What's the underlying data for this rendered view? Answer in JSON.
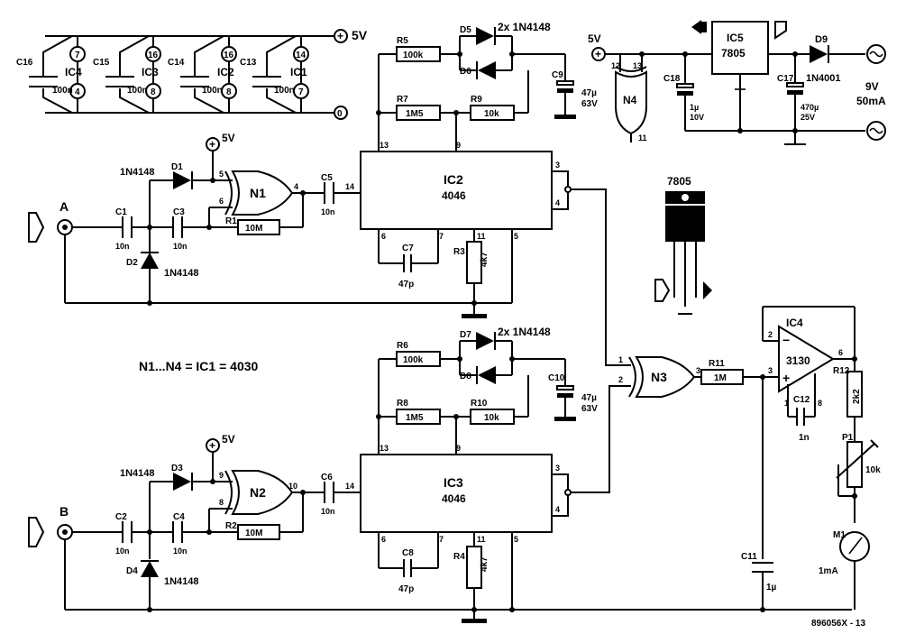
{
  "notes": {
    "gates": "N1...N4 = IC1 = 4030",
    "figure_id": "896056X - 13"
  },
  "supply": {
    "v5": "5V",
    "v0": "0",
    "input": "9V",
    "current": "50mA"
  },
  "inputs": {
    "a": "A",
    "b": "B"
  },
  "decoupling": [
    {
      "cap": "C16",
      "ic": "IC4",
      "val": "100n",
      "top": "7",
      "bot": "4"
    },
    {
      "cap": "C15",
      "ic": "IC3",
      "val": "100n",
      "top": "16",
      "bot": "8"
    },
    {
      "cap": "C14",
      "ic": "IC2",
      "val": "100n",
      "top": "16",
      "bot": "8"
    },
    {
      "cap": "C13",
      "ic": "IC1",
      "val": "100n",
      "top": "14",
      "bot": "7"
    }
  ],
  "ics": {
    "ic2": {
      "name": "IC2",
      "type": "4046",
      "pins": [
        "13",
        "9",
        "14",
        "3",
        "4",
        "6",
        "7",
        "11",
        "5"
      ]
    },
    "ic3": {
      "name": "IC3",
      "type": "4046",
      "pins": [
        "13",
        "9",
        "14",
        "3",
        "4",
        "6",
        "7",
        "11",
        "5"
      ]
    },
    "ic4": {
      "name": "IC4",
      "type": "3130",
      "pins": [
        "2",
        "3",
        "6",
        "1",
        "8"
      ]
    },
    "ic5": {
      "name": "IC5",
      "type": "7805"
    }
  },
  "gates": {
    "n1": {
      "name": "N1",
      "pins": [
        "5",
        "6",
        "4"
      ]
    },
    "n2": {
      "name": "N2",
      "pins": [
        "9",
        "8",
        "10"
      ]
    },
    "n3": {
      "name": "N3",
      "pins": [
        "1",
        "2",
        "3"
      ]
    },
    "n4": {
      "name": "N4",
      "pins": [
        "12",
        "13",
        "11"
      ]
    }
  },
  "components": {
    "c1": {
      "ref": "C1",
      "val": "10n"
    },
    "c2": {
      "ref": "C2",
      "val": "10n"
    },
    "c3": {
      "ref": "C3",
      "val": "10n"
    },
    "c4": {
      "ref": "C4",
      "val": "10n"
    },
    "c5": {
      "ref": "C5",
      "val": "10n"
    },
    "c6": {
      "ref": "C6",
      "val": "10n"
    },
    "c7": {
      "ref": "C7",
      "val": "47p"
    },
    "c8": {
      "ref": "C8",
      "val": "47p"
    },
    "c9": {
      "ref": "C9",
      "val": "47µ",
      "val2": "63V"
    },
    "c10": {
      "ref": "C10",
      "val": "47µ",
      "val2": "63V"
    },
    "c11": {
      "ref": "C11",
      "val": "1µ"
    },
    "c12": {
      "ref": "C12",
      "val": "1n"
    },
    "c17": {
      "ref": "C17",
      "val": "470µ",
      "val2": "25V"
    },
    "c18": {
      "ref": "C18",
      "val": "1µ",
      "val2": "10V"
    },
    "d1": {
      "ref": "D1",
      "val": "1N4148"
    },
    "d2": {
      "ref": "D2",
      "val": "1N4148"
    },
    "d3": {
      "ref": "D3",
      "val": "1N4148"
    },
    "d4": {
      "ref": "D4",
      "val": "1N4148"
    },
    "d5": {
      "ref": "D5",
      "val": "2x 1N4148"
    },
    "d6": {
      "ref": "D6"
    },
    "d7": {
      "ref": "D7",
      "val": "2x 1N4148"
    },
    "d8": {
      "ref": "D8"
    },
    "d9": {
      "ref": "D9",
      "val": "1N4001"
    },
    "r1": {
      "ref": "R1",
      "val": "10M"
    },
    "r2": {
      "ref": "R2",
      "val": "10M"
    },
    "r3": {
      "ref": "R3",
      "val": "4k7"
    },
    "r4": {
      "ref": "R4",
      "val": "4k7"
    },
    "r5": {
      "ref": "R5",
      "val": "100k"
    },
    "r6": {
      "ref": "R6",
      "val": "100k"
    },
    "r7": {
      "ref": "R7",
      "val": "1M5"
    },
    "r8": {
      "ref": "R8",
      "val": "1M5"
    },
    "r9": {
      "ref": "R9",
      "val": "10k"
    },
    "r10": {
      "ref": "R10",
      "val": "10k"
    },
    "r11": {
      "ref": "R11",
      "val": "1M"
    },
    "r12": {
      "ref": "R12",
      "val": "2k2"
    },
    "p1": {
      "ref": "P1",
      "val": "10k"
    },
    "m1": {
      "ref": "M1",
      "val": "1mA"
    }
  },
  "package": {
    "label": "7805"
  }
}
